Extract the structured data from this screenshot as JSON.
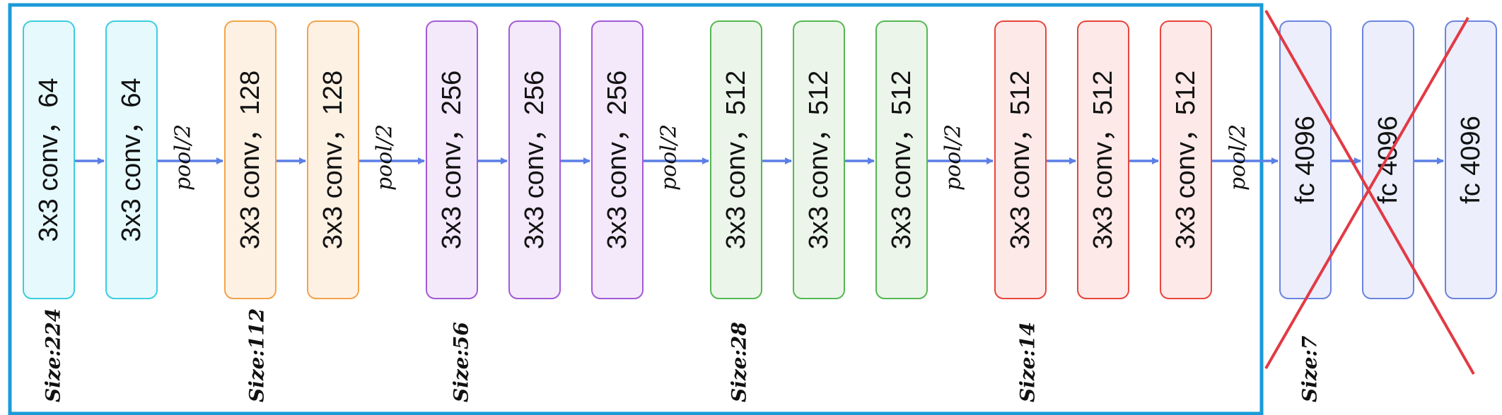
{
  "blocks": [
    {
      "label": "3x3 conv，64",
      "color": "cyan"
    },
    {
      "label": "3x3 conv，64",
      "color": "cyan"
    },
    {
      "label": "3x3 conv，128",
      "color": "orange"
    },
    {
      "label": "3x3 conv，128",
      "color": "orange"
    },
    {
      "label": "3x3 conv，256",
      "color": "purple"
    },
    {
      "label": "3x3 conv，256",
      "color": "purple"
    },
    {
      "label": "3x3 conv，256",
      "color": "purple"
    },
    {
      "label": "3x3 conv，512",
      "color": "green"
    },
    {
      "label": "3x3 conv，512",
      "color": "green"
    },
    {
      "label": "3x3 conv，512",
      "color": "green"
    },
    {
      "label": "3x3 conv，512",
      "color": "red"
    },
    {
      "label": "3x3 conv，512",
      "color": "red"
    },
    {
      "label": "3x3 conv，512",
      "color": "red"
    },
    {
      "label": "fc 4096",
      "color": "blue"
    },
    {
      "label": "fc 4096",
      "color": "blue"
    },
    {
      "label": "fc 4096",
      "color": "blue"
    }
  ],
  "pool_label": "pool/2",
  "sizes": [
    "Size:224",
    "Size:112",
    "Size:56",
    "Size:28",
    "Size:14",
    "Size:7"
  ],
  "palette": {
    "cyan": {
      "fill": "#e6f9fc",
      "stroke": "#3ccde0"
    },
    "orange": {
      "fill": "#fdf1e4",
      "stroke": "#f3a34a"
    },
    "purple": {
      "fill": "#f3e9fb",
      "stroke": "#a35ad6"
    },
    "green": {
      "fill": "#ebf5ea",
      "stroke": "#55b852"
    },
    "red": {
      "fill": "#fde9e8",
      "stroke": "#e8453d"
    },
    "blue": {
      "fill": "#eceefb",
      "stroke": "#6b84df"
    }
  },
  "colors": {
    "arrow": "#5b7fe6",
    "frame": "#1a9bd8",
    "cross": "#e23a44"
  }
}
